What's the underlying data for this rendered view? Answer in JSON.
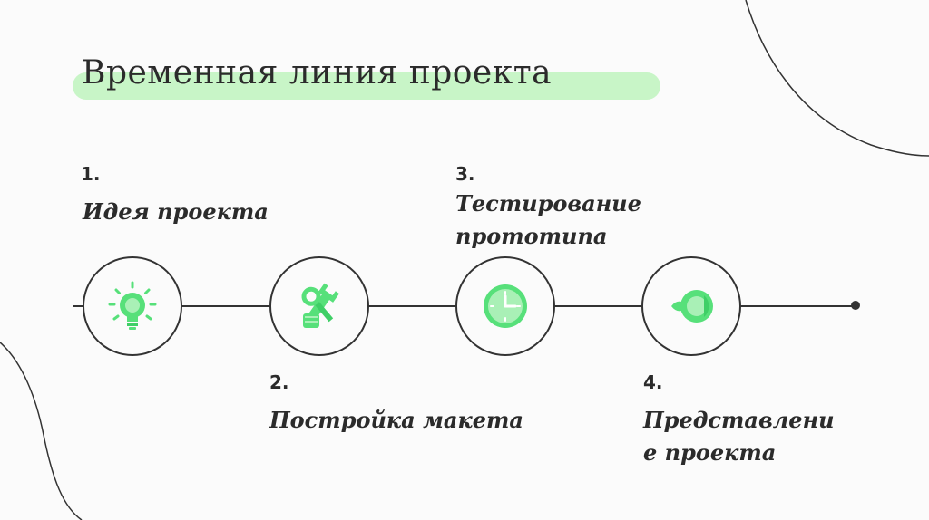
{
  "title": "Временная линия проекта",
  "colors": {
    "accent": "#57e07a",
    "highlight": "#c8f5c7",
    "line": "#333333"
  },
  "steps": [
    {
      "number": "1.",
      "label": "Идея проекта",
      "icon": "lightbulb-icon"
    },
    {
      "number": "2.",
      "label": "Постройка макета",
      "icon": "wrench-icon"
    },
    {
      "number": "3.",
      "label_line1": "Тестирование",
      "label_line2": "прототипа",
      "icon": "clock-icon"
    },
    {
      "number": "4.",
      "label_line1": "Представлени",
      "label_line2": "е проекта",
      "icon": "eye-icon"
    }
  ]
}
